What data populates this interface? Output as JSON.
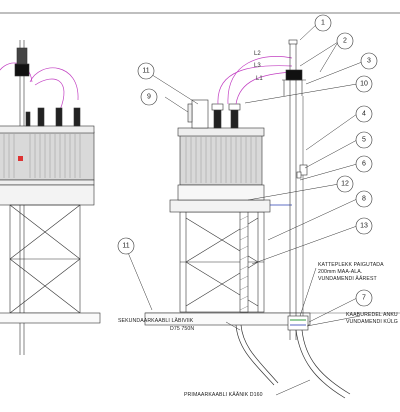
{
  "callouts": [
    "1",
    "2",
    "3",
    "4",
    "5",
    "6",
    "7",
    "8",
    "9",
    "10",
    "11",
    "12",
    "13"
  ],
  "phases": [
    "L1",
    "L2",
    "L3"
  ],
  "notes": {
    "cover_plate": [
      "KATTEPLEKK PAIGUTADA",
      "200mm MAA-ALA.",
      "VUNDAMENDI ÄÄREST"
    ],
    "cable_anchor": [
      "KAABUREDEL ANKU",
      "VUNDAMENDI KÜLG"
    ],
    "secondary_cable": [
      "SEKUNDAARKAABLI LÄBIVIIK",
      "D75 750N"
    ],
    "primary_cable": [
      "PRIMAARKAABLI KÄÄNIK D160"
    ]
  },
  "colors": {
    "line": "#333333",
    "cable_loop": "#c23fc2",
    "insulator_hatch": "#111111",
    "tank_fill": "#d9d9d9",
    "blue_accent": "#2a3fb0",
    "green_accent": "#2e9b3a"
  }
}
